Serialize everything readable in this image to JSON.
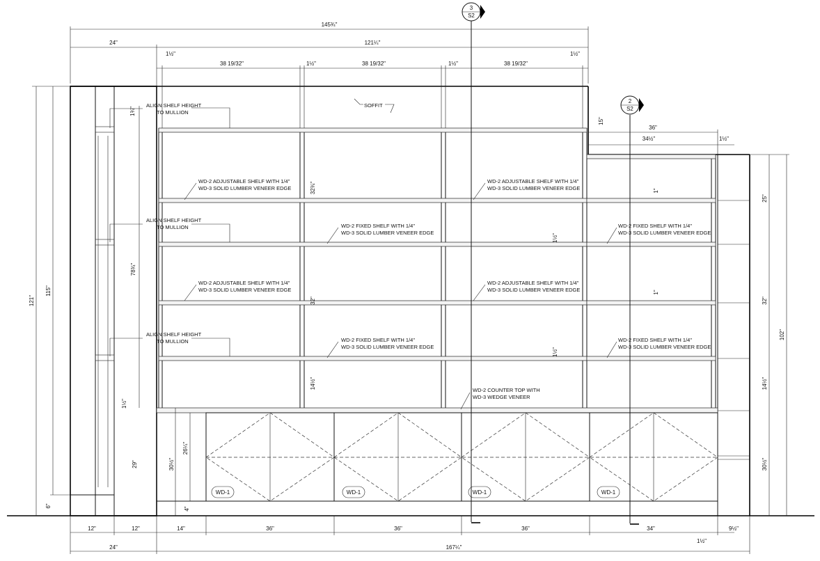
{
  "drawing": {
    "top_dims": {
      "overall": "145¾\"",
      "left_offset": "24\"",
      "upper": "121¼\"",
      "bay": "38 19/32\"",
      "gap": "1½\"",
      "right_upper": "36\"",
      "right_sub": "34½\"",
      "right_gap": "1½\""
    },
    "side_dims": {
      "left_121": "121\"",
      "left_115": "115\"",
      "left_6": "6\"",
      "mid_78": "78¾\"",
      "mid_29": "29\"",
      "mid_30": "30½\"",
      "mid_26": "26¼\"",
      "mid_4": "4\"",
      "mid_1_top": "1¾\"",
      "mid_1_bot": "1½\"",
      "col_32_top": "32¾\"",
      "col_32": "32\"",
      "col_14": "14½\"",
      "center_1a": "1½\"",
      "center_1b": "1½\"",
      "right_15": "15\"",
      "right_1a": "1\"",
      "right_1b": "1\"",
      "far_25": "25\"",
      "far_32": "32\"",
      "far_14": "14½\"",
      "far_30": "30½\"",
      "far_102": "102\""
    },
    "bottom_dims": {
      "a": "12\"",
      "b": "12\"",
      "c": "14\"",
      "d": "36\"",
      "e": "36\"",
      "f": "36\"",
      "g": "34\"",
      "h": "9½\"",
      "i": "24\"",
      "overall": "167¼\"",
      "j": "1½\""
    },
    "section_markers": [
      {
        "num": "3",
        "sheet": "S2"
      },
      {
        "num": "2",
        "sheet": "S2"
      }
    ],
    "notes": {
      "align1_a": "ALIGN SHELF HEIGHT",
      "align1_b": "TO MULLION",
      "align2_a": "ALIGN SHELF HEIGHT",
      "align2_b": "TO MULLION",
      "align3_a": "ALIGN SHELF HEIGHT",
      "align3_b": "TO MULLION",
      "soffit": "SOFFIT",
      "adj1_a": "WD-2  ADJUSTABLE SHELF WITH 1/4\"",
      "adj1_b": "WD-3 SOLID LUMBER VENEER EDGE",
      "adj2_a": "WD-2  ADJUSTABLE SHELF WITH 1/4\"",
      "adj2_b": "WD-3 SOLID LUMBER VENEER EDGE",
      "adj3_a": "WD-2  ADJUSTABLE SHELF WITH 1/4\"",
      "adj3_b": "WD-3 SOLID LUMBER VENEER EDGE",
      "adj4_a": "WD-2  ADJUSTABLE SHELF WITH 1/4\"",
      "adj4_b": "WD-3 SOLID LUMBER VENEER EDGE",
      "fix1_a": "WD-2  FIXED SHELF WITH 1/4\"",
      "fix1_b": "WD-3 SOLID LUMBER VENEER EDGE",
      "fix2_a": "WD-2  FIXED SHELF WITH 1/4\"",
      "fix2_b": "WD-3 SOLID LUMBER VENEER EDGE",
      "fix3_a": "WD-2  FIXED SHELF WITH 1/4\"",
      "fix3_b": "WD-3 SOLID LUMBER VENEER EDGE",
      "fix4_a": "WD-2  FIXED SHELF WITH 1/4\"",
      "fix4_b": "WD-3 SOLID LUMBER VENEER EDGE",
      "counter_a": "WD-2  COUNTER TOP WITH",
      "counter_b": "WD-3 WEDGE VENEER"
    },
    "material_tags": [
      "WD-1",
      "WD-1",
      "WD-1",
      "WD-1"
    ]
  }
}
